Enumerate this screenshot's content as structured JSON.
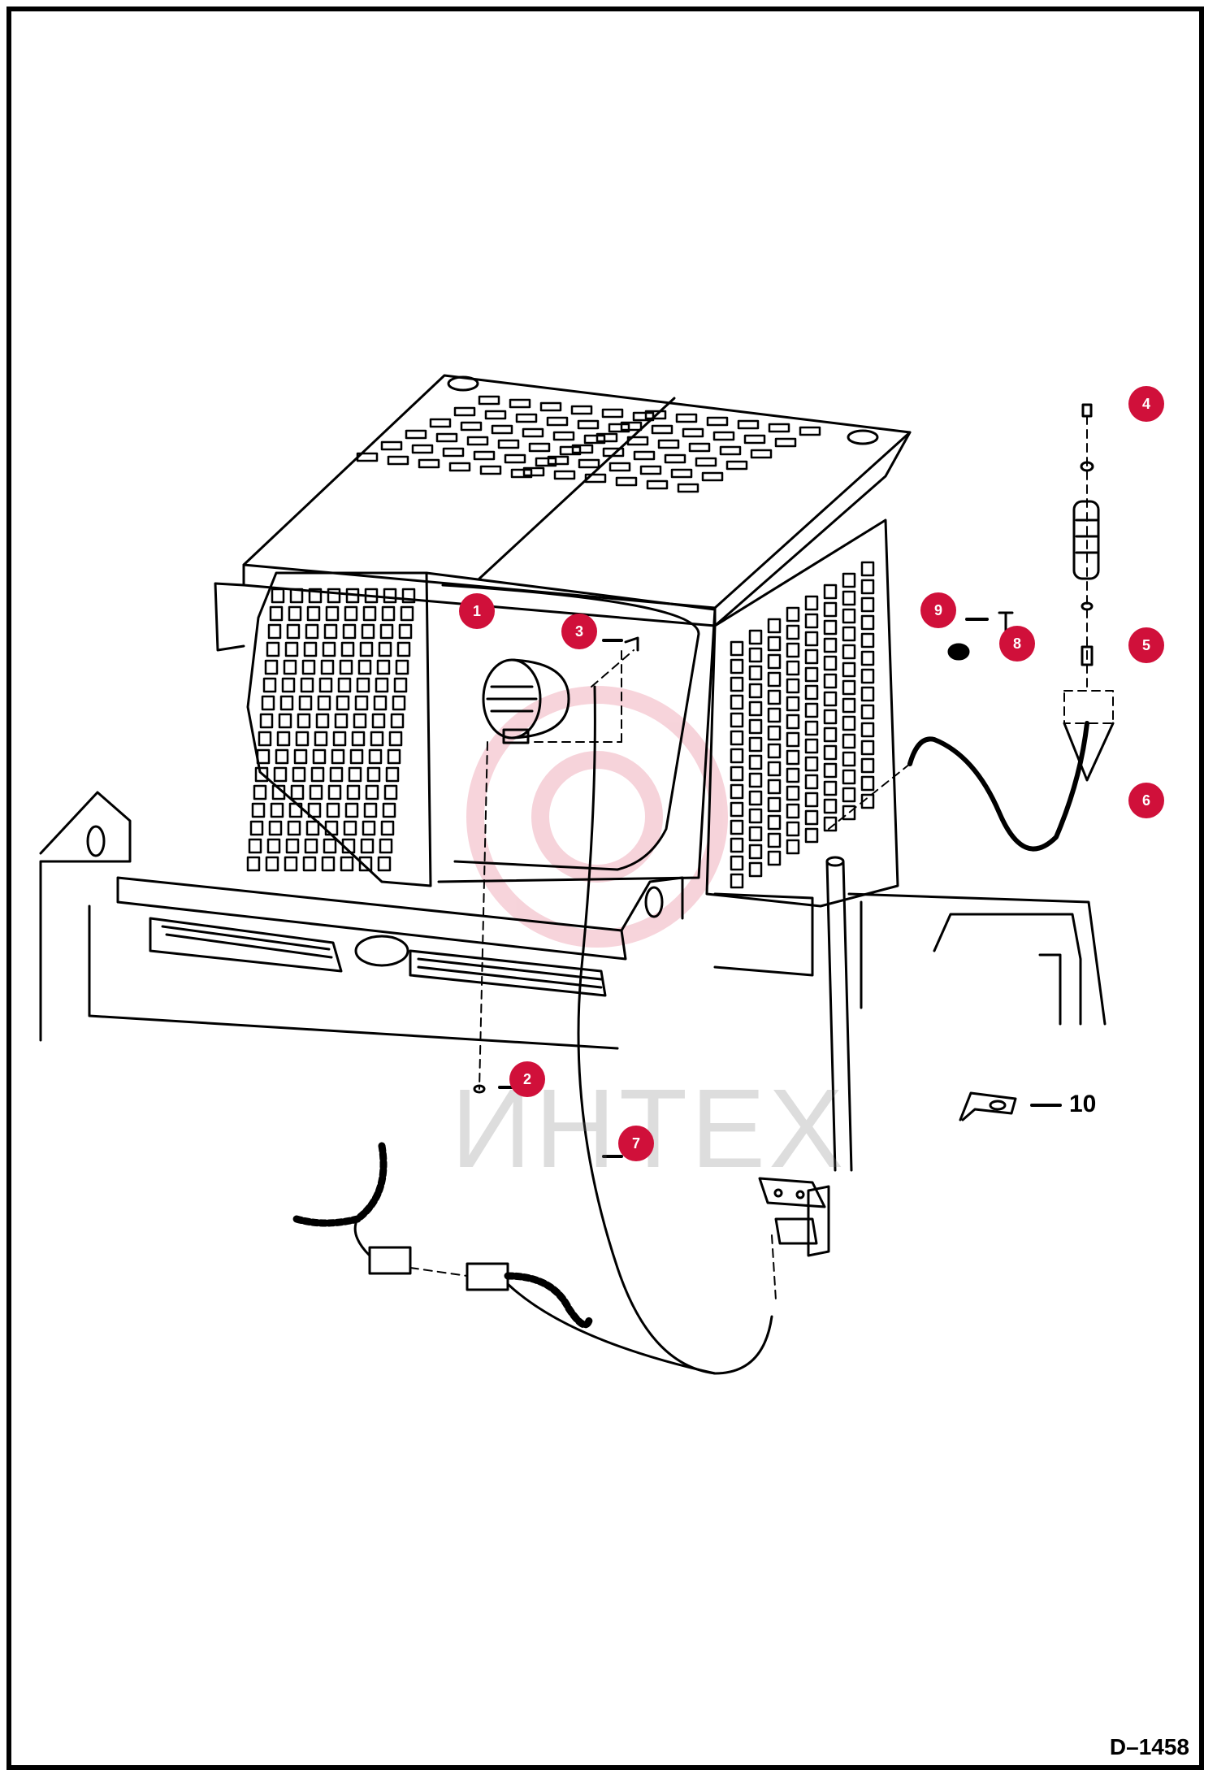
{
  "callouts": [
    {
      "id": "1",
      "label": "1"
    },
    {
      "id": "2",
      "label": "2"
    },
    {
      "id": "3",
      "label": "3"
    },
    {
      "id": "4",
      "label": "4"
    },
    {
      "id": "5",
      "label": "5"
    },
    {
      "id": "6",
      "label": "6"
    },
    {
      "id": "7",
      "label": "7"
    },
    {
      "id": "8",
      "label": "8"
    },
    {
      "id": "9",
      "label": "9"
    }
  ],
  "plain_label": "10",
  "watermark": "ИНТЕХ",
  "drawing_code": "D–1458"
}
